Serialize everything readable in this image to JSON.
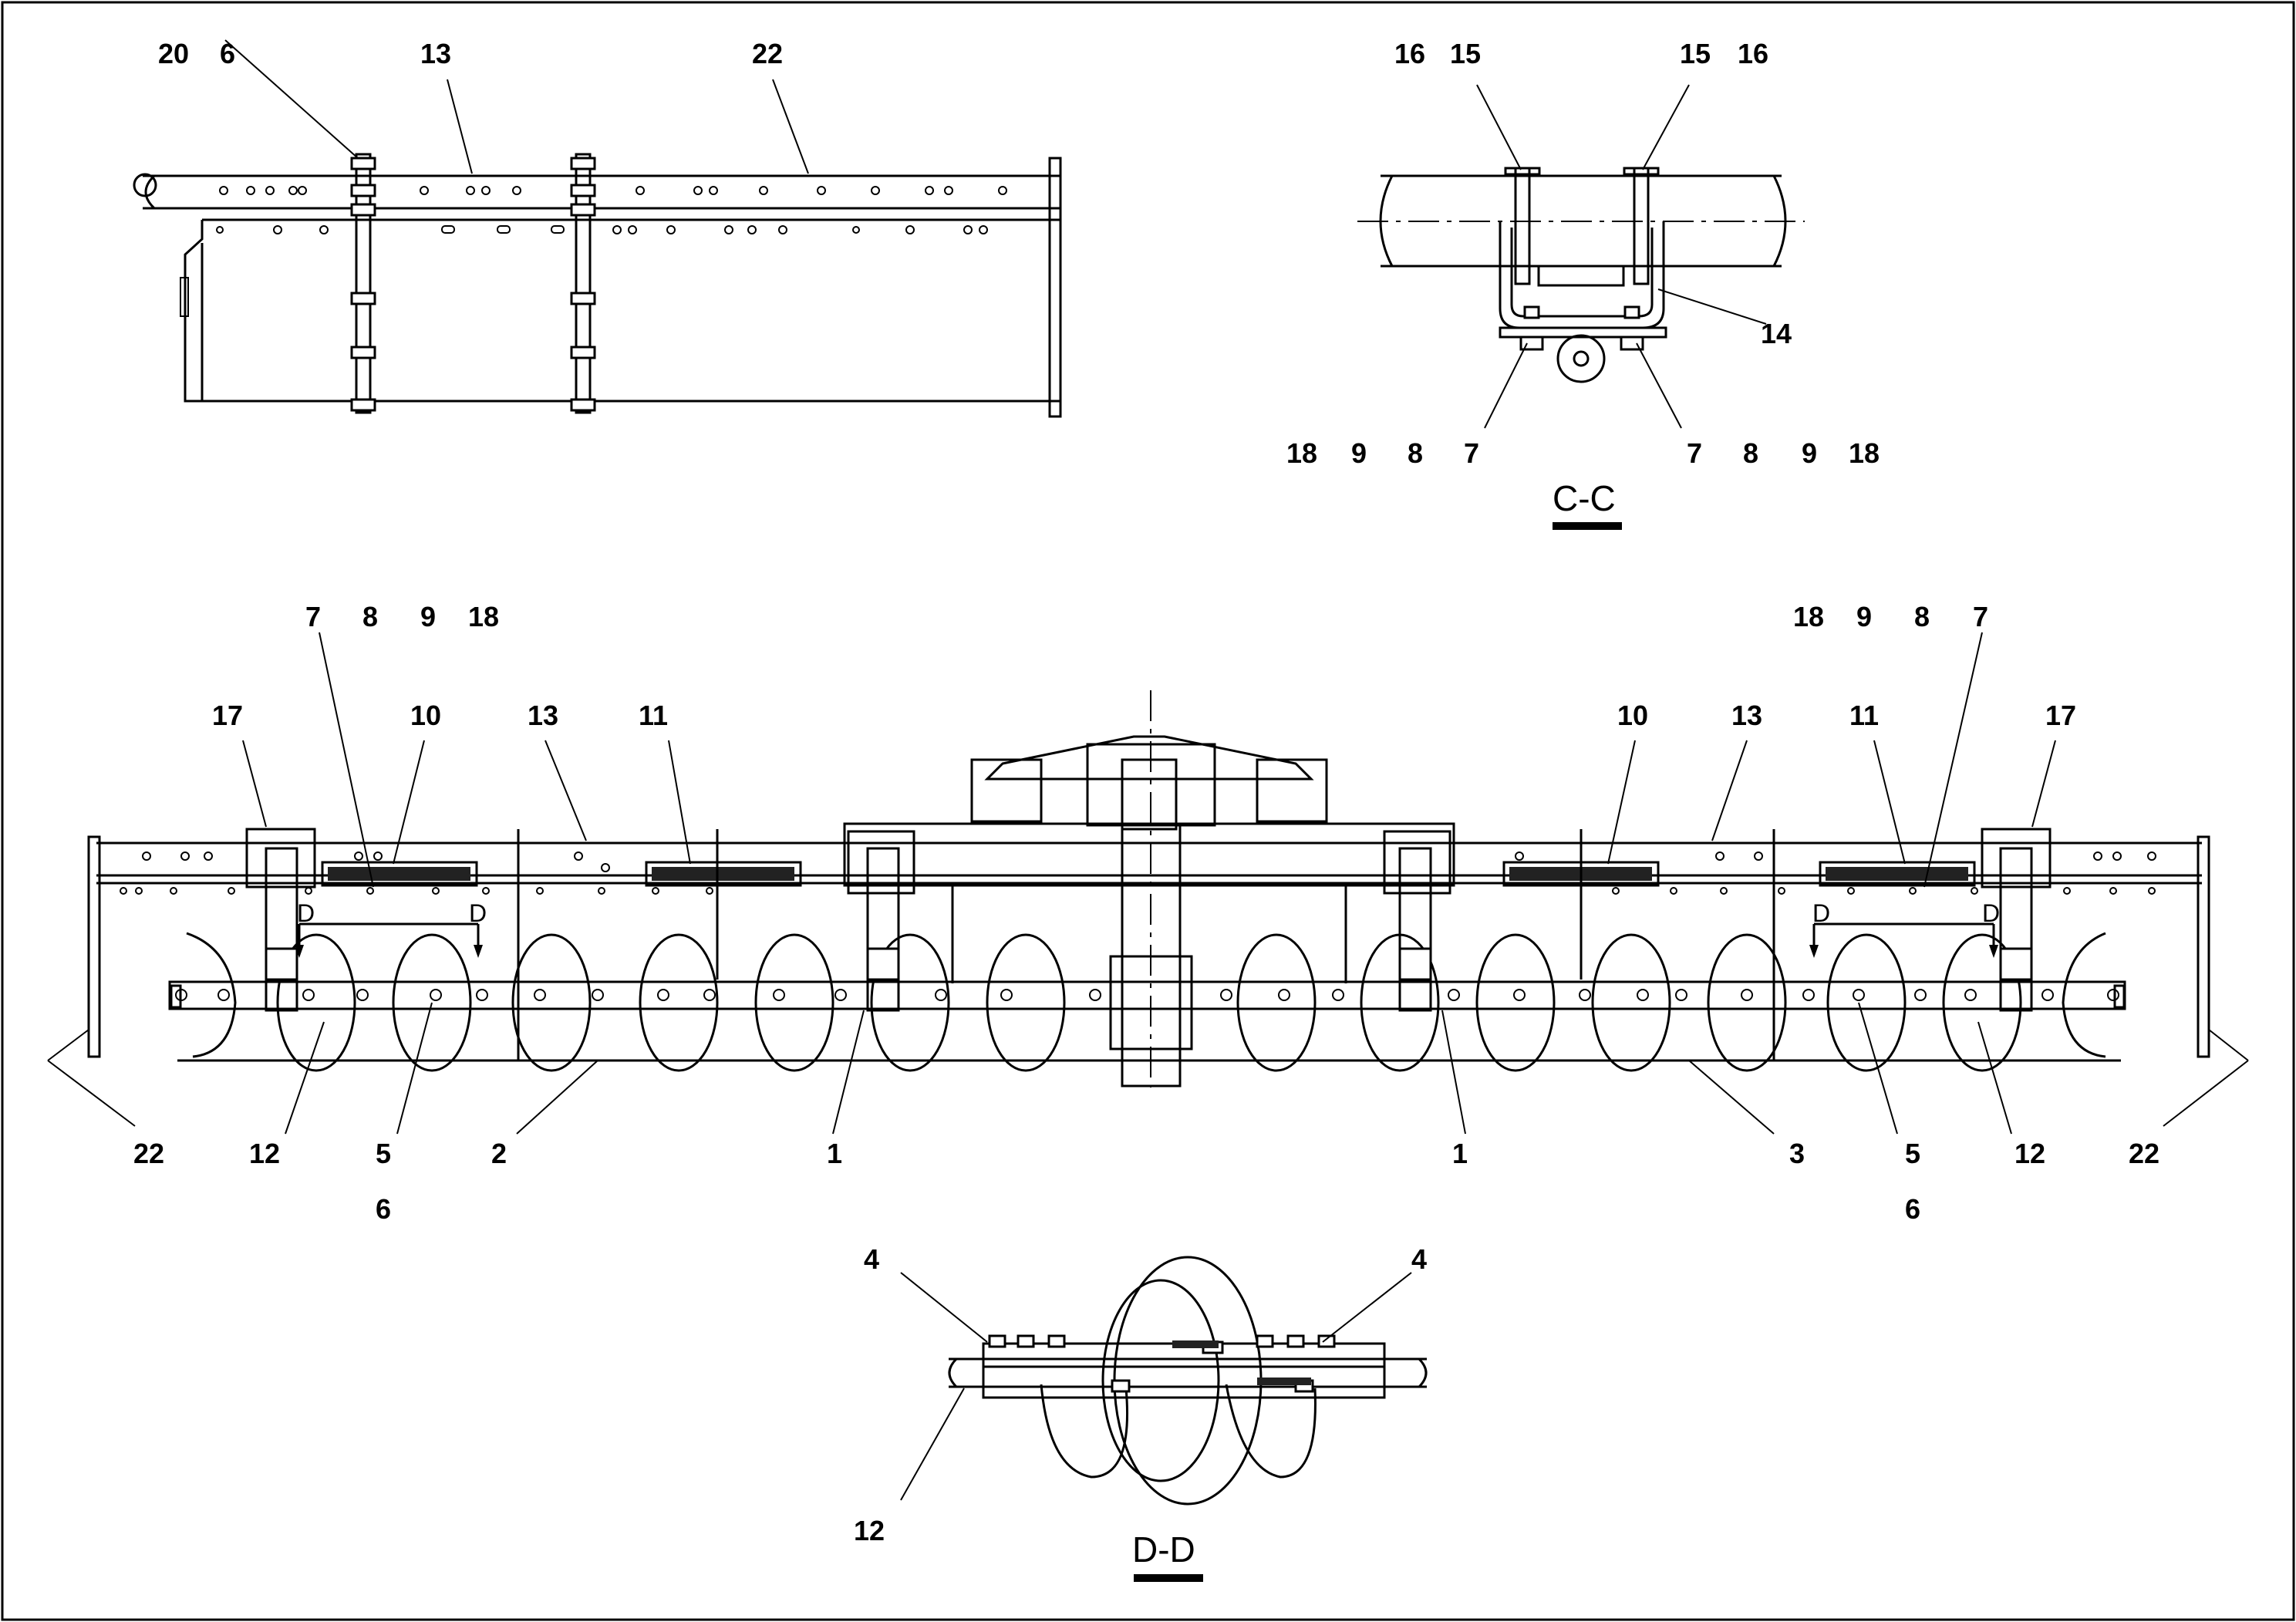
{
  "views": {
    "top_view": {
      "callouts": [
        "20",
        "6",
        "13",
        "22"
      ]
    },
    "section_cc": {
      "title": "C-C",
      "callouts_top": [
        "16",
        "15",
        "15",
        "16"
      ],
      "callout_side": "14",
      "callouts_bottom_left": [
        "18",
        "9",
        "8",
        "7"
      ],
      "callouts_bottom_right": [
        "7",
        "8",
        "9",
        "18"
      ]
    },
    "main_view": {
      "callouts_row1_left": [
        "7",
        "8",
        "9",
        "18"
      ],
      "callouts_row1_right": [
        "18",
        "9",
        "8",
        "7"
      ],
      "callouts_row2_left": [
        "17",
        "10",
        "13",
        "11"
      ],
      "callouts_row2_right": [
        "10",
        "13",
        "11",
        "17"
      ],
      "section_marker": "D",
      "callouts_bottom": [
        "22",
        "12",
        "5",
        "2",
        "1",
        "1",
        "3",
        "5",
        "12",
        "22"
      ],
      "callouts_under": [
        "6",
        "6"
      ]
    },
    "section_dd": {
      "title": "D-D",
      "callouts_top": [
        "4",
        "4"
      ],
      "callout_bottom": "12"
    }
  }
}
